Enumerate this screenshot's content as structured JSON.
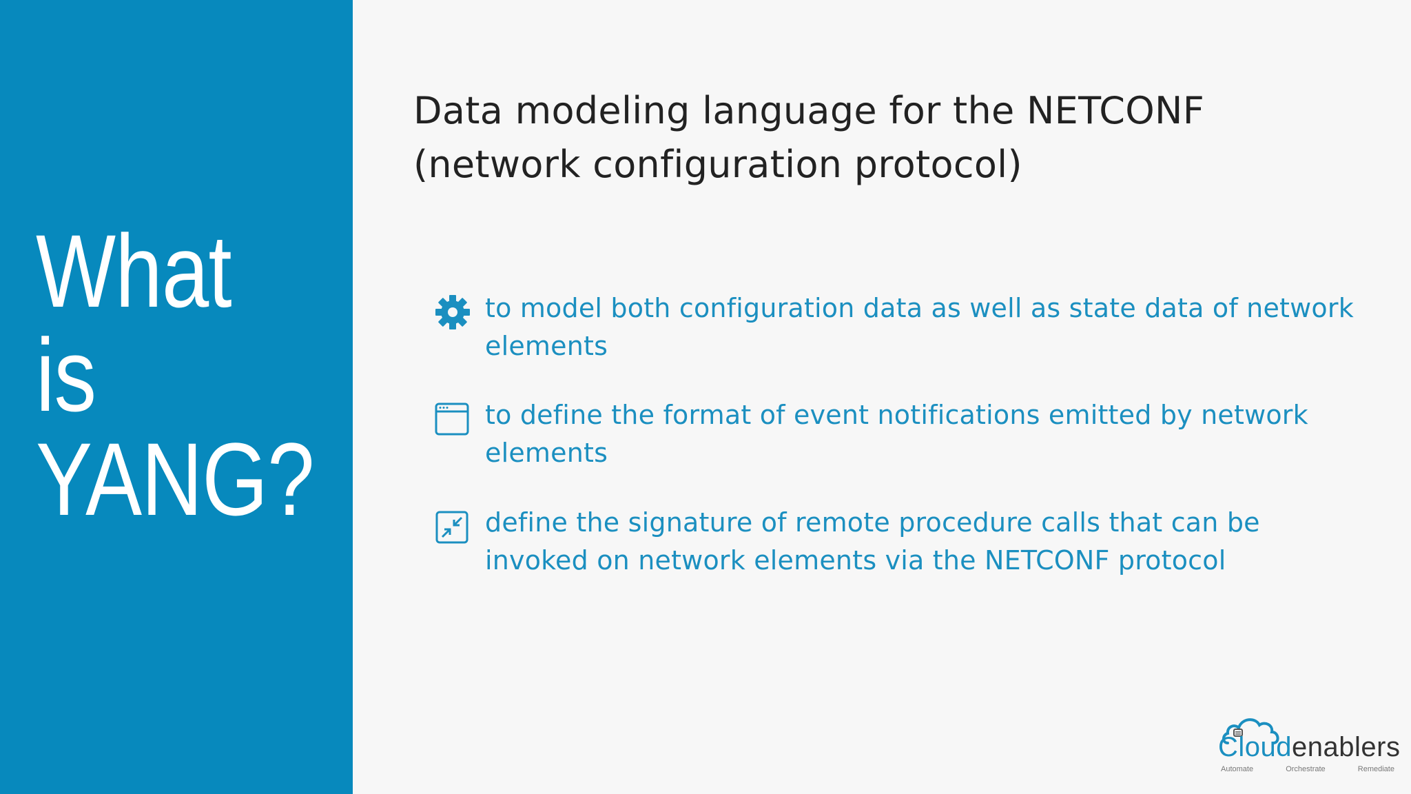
{
  "slide": {
    "title_lines": [
      "What",
      "is",
      "YANG?"
    ],
    "heading_lines": [
      "Data modeling language for the NETCONF",
      "(network configuration protocol)"
    ],
    "bullets": [
      {
        "icon": "gear-icon",
        "lines": [
          "to model both configuration data as well as state data of network",
          "elements"
        ]
      },
      {
        "icon": "browser-window-icon",
        "lines": [
          "to define the format of event notifications emitted by network",
          "elements"
        ]
      },
      {
        "icon": "collapse-arrows-icon",
        "lines": [
          "define the signature of remote procedure calls that can be",
          "invoked on network elements via the NETCONF protocol"
        ]
      }
    ]
  },
  "logo": {
    "word_part1": "Cloud",
    "word_part2": "enablers",
    "tagline": [
      "Automate",
      "Orchestrate",
      "Remediate"
    ]
  },
  "colors": {
    "panel": "#0789bd",
    "accent": "#1b8fc0",
    "heading": "#222222",
    "background": "#f7f7f7"
  }
}
